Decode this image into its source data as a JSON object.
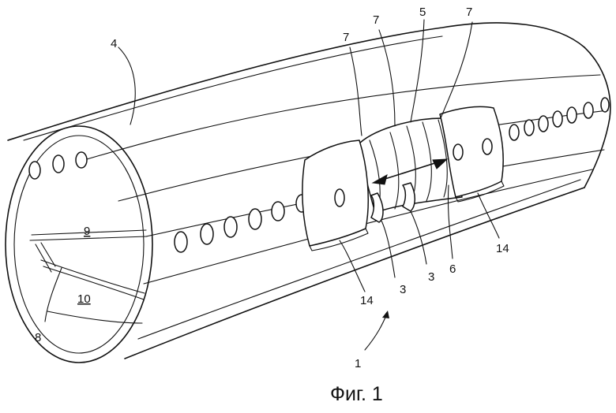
{
  "caption": "Фиг. 1",
  "labels": {
    "l1": "1",
    "l3a": "3",
    "l3b": "3",
    "l4": "4",
    "l5": "5",
    "l6": "6",
    "l7a": "7",
    "l7b": "7",
    "l7c": "7",
    "l8": "8",
    "l9": "9",
    "l10": "10",
    "l14a": "14",
    "l14b": "14"
  }
}
